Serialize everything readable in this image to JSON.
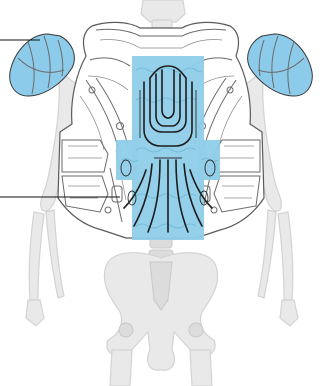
{
  "figure": {
    "description_elements": [
      "skeleton",
      "chest-protector",
      "shoulder-pads",
      "back-spine-panel"
    ],
    "colors": {
      "foam_blue": "#8ccbea",
      "bone_gray": "#e9e9e9",
      "armor_outline": "#5a5a5a",
      "callout_line": "#111111"
    },
    "callouts": [
      {
        "label": ""
      },
      {
        "label": ""
      }
    ]
  }
}
